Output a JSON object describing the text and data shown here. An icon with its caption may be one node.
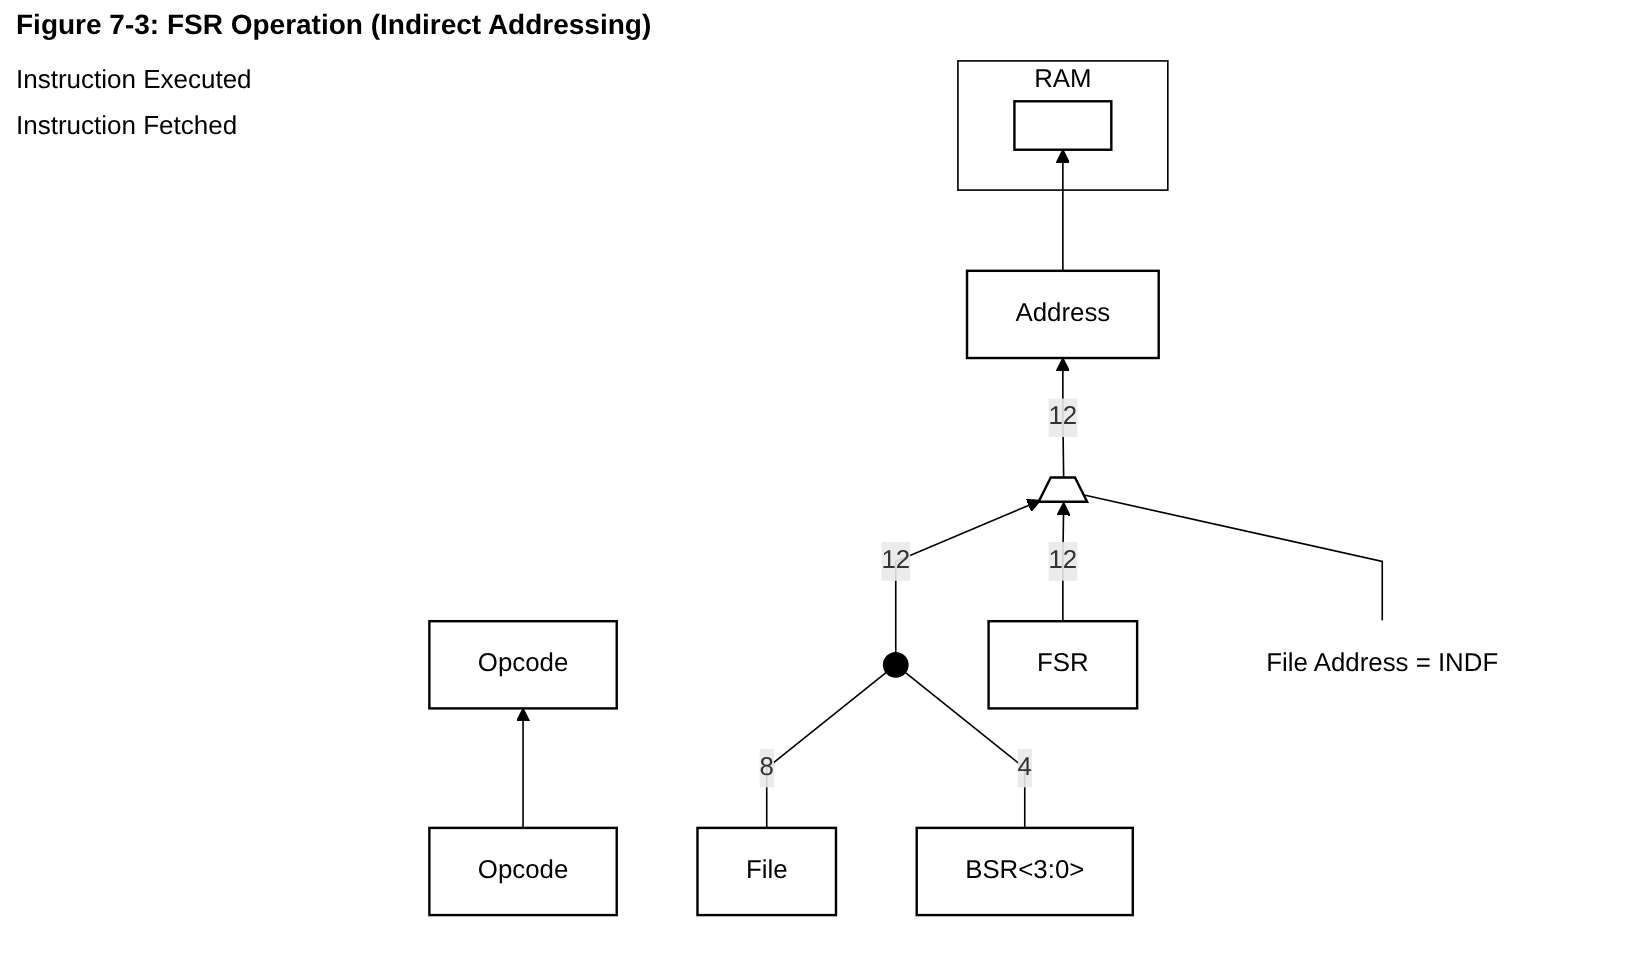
{
  "diagram": {
    "title": "Figure 7-3: FSR Operation (Indirect Addressing)",
    "nodes": [
      {
        "text": [
          "Opcode"
        ]
      },
      {
        "text": [
          "Address"
        ]
      },
      {
        "text": [
          "RAM"
        ]
      },
      {
        "text": [],
        "shape": "box",
        "in": 2
      },
      {
        "text": [],
        "shape": "trapezoid"
      },
      {
        "text": [
          "File Address = INDF"
        ]
      },
      {
        "text": [
          "BSR<3:0>"
        ]
      },
      {
        "text": [],
        "shape": "circle"
      },
      {
        "text": [
          "Opcode"
        ]
      },
      {
        "text": [
          "File"
        ]
      },
      {
        "text": [
          "FSR"
        ]
      }
    ],
    "edges": [
      {
        "from": 1,
        "to": 3,
        "arrow": "to"
      },
      {
        "from": 8,
        "to": 0,
        "arrow": "to"
      },
      {
        "from": 4,
        "to": 1,
        "label": "12",
        "arrow": "to"
      },
      {
        "from": 7,
        "to": 4,
        "label": "12",
        "arrow": "to"
      },
      {
        "from": 9,
        "to": 7,
        "label": "8",
        "arrow": "none"
      },
      {
        "from": 6,
        "to": 7,
        "label": "4",
        "arrow": "none"
      },
      {
        "from": 10,
        "to": 4,
        "label": "12",
        "arrow": "to"
      },
      {
        "from": 5,
        "to": 4,
        "arrow": "none"
      }
    ],
    "labels": [
      "Instruction Executed",
      "Instruction Fetched"
    ]
  }
}
